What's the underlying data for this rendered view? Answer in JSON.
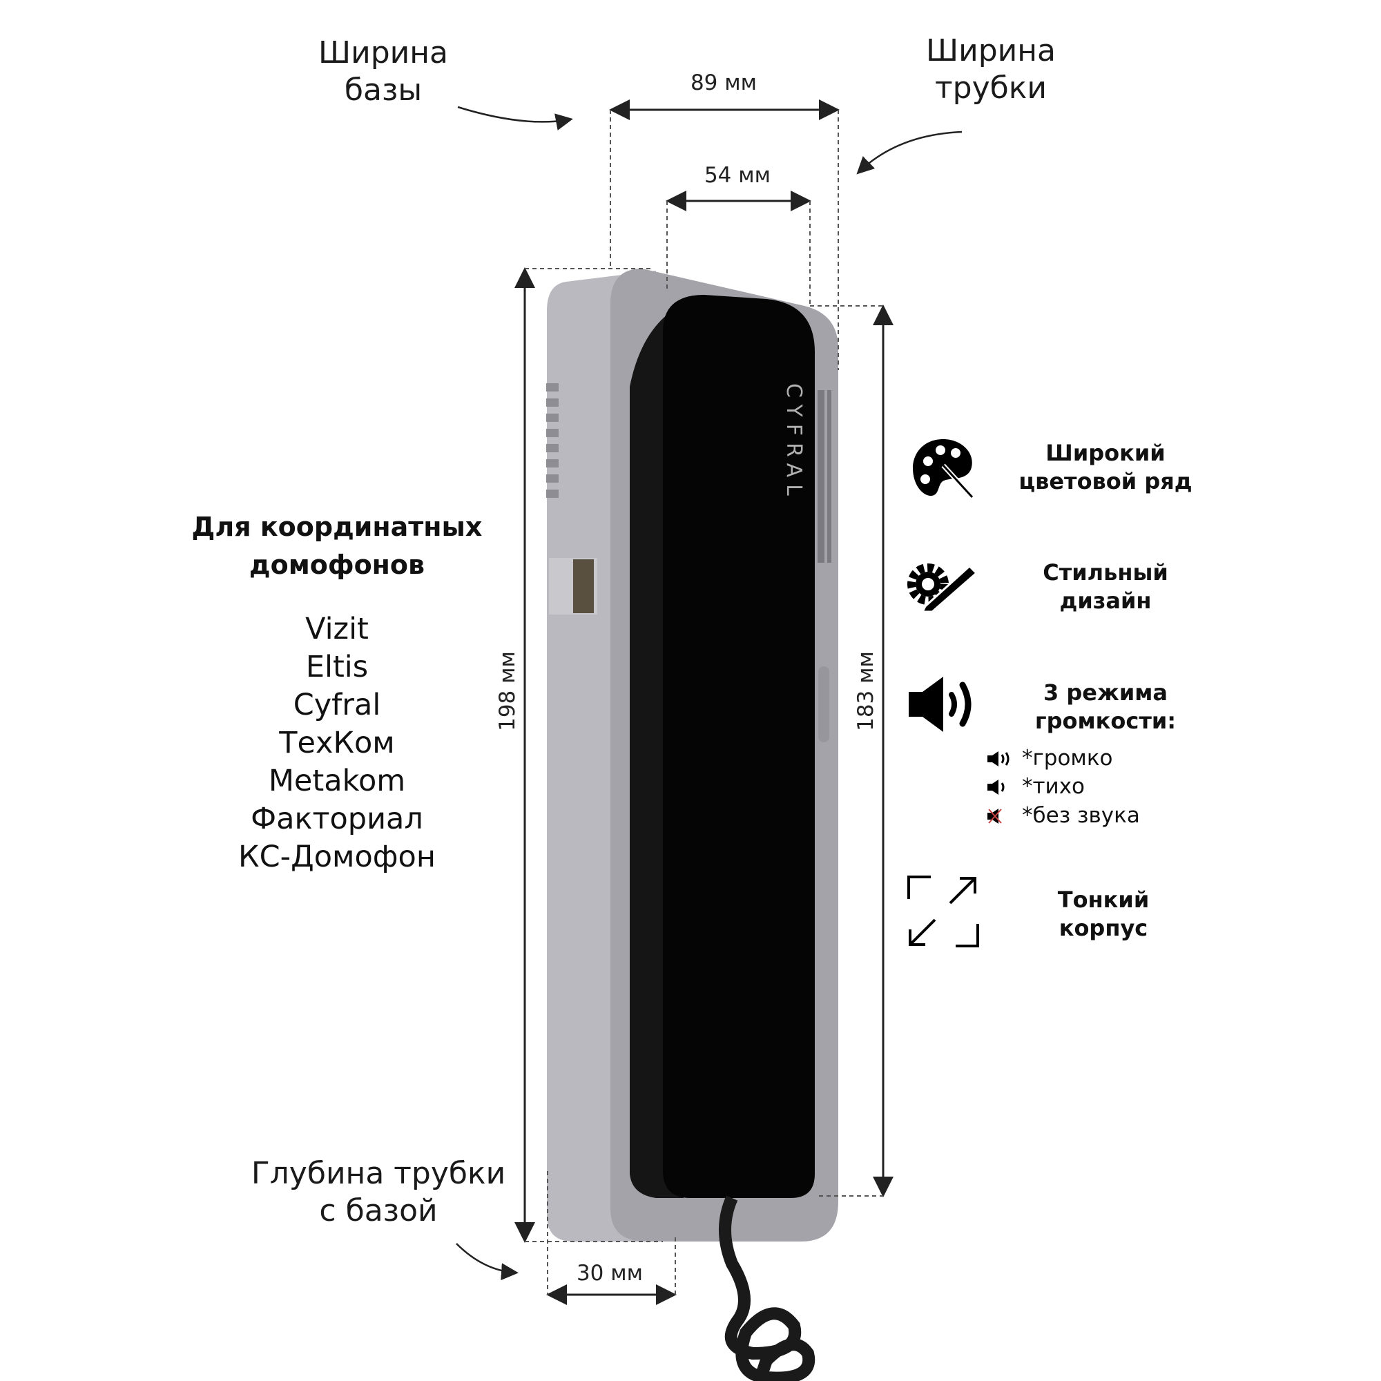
{
  "labels": {
    "base_width": [
      "Ширина",
      "базы"
    ],
    "handset_width": [
      "Ширина",
      "трубки"
    ],
    "depth": [
      "Глубина трубки",
      "с базой"
    ]
  },
  "dimensions": {
    "base_width": "89 мм",
    "handset_width": "54 мм",
    "base_height": "198 мм",
    "handset_height": "183 мм",
    "depth": "30 мм"
  },
  "compatibility": {
    "title": [
      "Для координатных",
      "домофонов"
    ],
    "brands": [
      "Vizit",
      "Eltis",
      "Cyfral",
      "ТехКом",
      "Metakom",
      "Факториал",
      "КС-Домофон"
    ]
  },
  "features": [
    {
      "icon": "palette-icon",
      "text": [
        "Широкий",
        "цветовой ряд"
      ]
    },
    {
      "icon": "gear-pencil-icon",
      "text": [
        "Стильный",
        "дизайн"
      ]
    },
    {
      "icon": "speaker-icon",
      "text": [
        "3 режима",
        "громкости:"
      ]
    },
    {
      "icon": "expand-icon",
      "text": [
        "Тонкий",
        "корпус"
      ]
    }
  ],
  "volume_modes": [
    "*громко",
    "*тихо",
    "*без звука"
  ],
  "product": {
    "logo": "CYFRAL",
    "base_color": "#a3a3a9",
    "handset_color": "#050505"
  }
}
